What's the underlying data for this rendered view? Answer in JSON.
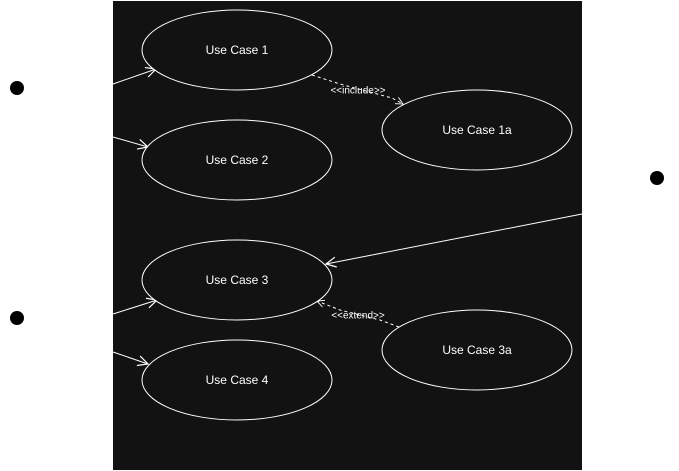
{
  "diagram": {
    "type": "use-case",
    "colors": {
      "page_background": "#ffffff",
      "diagram_background": "#121212",
      "stroke": "#ffffff",
      "text": "#ffffff",
      "actor_dot": "#000000"
    },
    "use_cases": [
      {
        "id": "uc1",
        "label": "Use Case 1"
      },
      {
        "id": "uc2",
        "label": "Use Case 2"
      },
      {
        "id": "uc3",
        "label": "Use Case 3"
      },
      {
        "id": "uc4",
        "label": "Use Case 4"
      },
      {
        "id": "uc1a",
        "label": "Use Case 1a"
      },
      {
        "id": "uc3a",
        "label": "Use Case 3a"
      }
    ],
    "relationships": [
      {
        "from": "uc1",
        "to": "uc1a",
        "kind": "include",
        "label": "<<include>>"
      },
      {
        "from": "uc3a",
        "to": "uc3",
        "kind": "extend",
        "label": "<<extend>>"
      }
    ],
    "associations": [
      {
        "from": "actor-left-top",
        "to": "uc1"
      },
      {
        "from": "actor-left-top",
        "to": "uc2"
      },
      {
        "from": "actor-left-bottom",
        "to": "uc3"
      },
      {
        "from": "actor-left-bottom",
        "to": "uc4"
      },
      {
        "from": "actor-right",
        "to": "uc3"
      }
    ],
    "actor_markers": [
      "actor-left-top",
      "actor-left-bottom",
      "actor-right"
    ]
  }
}
